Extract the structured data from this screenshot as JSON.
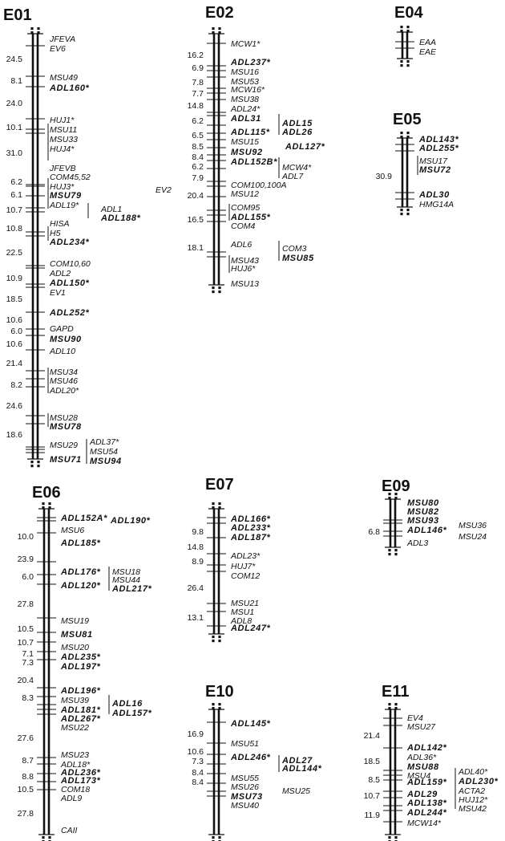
{
  "groups": [
    {
      "id": "E01",
      "title": "E01",
      "distances": [
        "24.5",
        "8.1",
        "24.0",
        "10.1",
        "31.0",
        "6.2",
        "6.1",
        "10.7",
        "10.8",
        "22.5",
        "10.9",
        "18.5",
        "10.6",
        "6.0",
        "10.6",
        "21.4",
        "8.2",
        "24.6",
        "18.6"
      ],
      "markers": [
        {
          "t": "JFEVA",
          "b": false
        },
        {
          "t": "EV6",
          "b": false
        },
        {
          "t": "MSU49",
          "b": false
        },
        {
          "t": "ADL160*",
          "b": true
        },
        {
          "t": "HUJ1*",
          "b": false
        },
        {
          "t": "MSU11",
          "b": false
        },
        {
          "t": "MSU33",
          "b": false
        },
        {
          "t": "HUJ4*",
          "b": false
        },
        {
          "t": "JFEVB",
          "b": false
        },
        {
          "t": "COM45,52",
          "b": false
        },
        {
          "t": "HUJ3*",
          "b": false
        },
        {
          "t": "EV2",
          "b": false
        },
        {
          "t": "MSU79",
          "b": true
        },
        {
          "t": "ADL19*",
          "b": false
        },
        {
          "t": "ADL1",
          "b": false
        },
        {
          "t": "ADL188*",
          "b": true
        },
        {
          "t": "HISA",
          "b": false
        },
        {
          "t": "H5",
          "b": false
        },
        {
          "t": "ADL234*",
          "b": true
        },
        {
          "t": "COM10,60",
          "b": false
        },
        {
          "t": "ADL2",
          "b": false
        },
        {
          "t": "ADL150*",
          "b": true
        },
        {
          "t": "EV1",
          "b": false
        },
        {
          "t": "ADL252*",
          "b": true
        },
        {
          "t": "GAPD",
          "b": false
        },
        {
          "t": "MSU90",
          "b": true
        },
        {
          "t": "ADL10",
          "b": false
        },
        {
          "t": "MSU34",
          "b": false
        },
        {
          "t": "MSU46",
          "b": false
        },
        {
          "t": "ADL20*",
          "b": false
        },
        {
          "t": "MSU28",
          "b": false
        },
        {
          "t": "MSU78",
          "b": true
        },
        {
          "t": "MSU29",
          "b": false
        },
        {
          "t": "ADL37*",
          "b": false
        },
        {
          "t": "MSU54",
          "b": false
        },
        {
          "t": "MSU71",
          "b": true
        },
        {
          "t": "MSU94",
          "b": true
        }
      ]
    },
    {
      "id": "E02",
      "title": "E02",
      "distances": [
        "16.2",
        "6.9",
        "7.8",
        "7.7",
        "14.8",
        "6.2",
        "6.5",
        "8.5",
        "8.4",
        "6.2",
        "7.9",
        "20.4",
        "16.5",
        "18.1"
      ],
      "markers": [
        {
          "t": "MCW1*",
          "b": false
        },
        {
          "t": "ADL237*",
          "b": true
        },
        {
          "t": "MSU16",
          "b": false
        },
        {
          "t": "MSU53",
          "b": false
        },
        {
          "t": "MCW16*",
          "b": false
        },
        {
          "t": "MSU38",
          "b": false
        },
        {
          "t": "ADL24*",
          "b": false
        },
        {
          "t": "ADL31",
          "b": true
        },
        {
          "t": "ADL15",
          "b": true
        },
        {
          "t": "ADL115*",
          "b": true
        },
        {
          "t": "ADL26",
          "b": true
        },
        {
          "t": "MSU15",
          "b": false
        },
        {
          "t": "ADL127*",
          "b": true
        },
        {
          "t": "MSU92",
          "b": true
        },
        {
          "t": "ADL152B*",
          "b": true
        },
        {
          "t": "MCW4*",
          "b": false
        },
        {
          "t": "ADL7",
          "b": false
        },
        {
          "t": "COM100,100A",
          "b": false
        },
        {
          "t": "MSU12",
          "b": false
        },
        {
          "t": "COM95",
          "b": false
        },
        {
          "t": "ADL155*",
          "b": true
        },
        {
          "t": "COM4",
          "b": false
        },
        {
          "t": "ADL6",
          "b": false
        },
        {
          "t": "COM3",
          "b": false
        },
        {
          "t": "MSU43",
          "b": false
        },
        {
          "t": "MSU85",
          "b": true
        },
        {
          "t": "HUJ6*",
          "b": false
        },
        {
          "t": "MSU13",
          "b": false
        }
      ]
    },
    {
      "id": "E04",
      "title": "E04",
      "distances": [],
      "markers": [
        {
          "t": "EAA",
          "b": false
        },
        {
          "t": "EAE",
          "b": false
        }
      ]
    },
    {
      "id": "E05",
      "title": "E05",
      "distances": [
        "30.9"
      ],
      "markers": [
        {
          "t": "ADL143*",
          "b": true
        },
        {
          "t": "ADL255*",
          "b": true
        },
        {
          "t": "MSU17",
          "b": false
        },
        {
          "t": "MSU72",
          "b": true
        },
        {
          "t": "ADL30",
          "b": true
        },
        {
          "t": "HMG14A",
          "b": false
        }
      ]
    },
    {
      "id": "E06",
      "title": "E06",
      "distances": [
        "10.0",
        "23.9",
        "6.0",
        "27.8",
        "10.5",
        "10.7",
        "7.1",
        "7.3",
        "20.4",
        "8.3",
        "27.6",
        "8.7",
        "8.8",
        "10.5",
        "27.8"
      ],
      "markers": [
        {
          "t": "ADL152A*",
          "b": true
        },
        {
          "t": "ADL190*",
          "b": true
        },
        {
          "t": "MSU6",
          "b": false
        },
        {
          "t": "ADL185*",
          "b": true
        },
        {
          "t": "ADL176*",
          "b": true
        },
        {
          "t": "MSU18",
          "b": false
        },
        {
          "t": "MSU44",
          "b": false
        },
        {
          "t": "ADL120*",
          "b": true
        },
        {
          "t": "ADL217*",
          "b": true
        },
        {
          "t": "MSU19",
          "b": false
        },
        {
          "t": "MSU81",
          "b": true
        },
        {
          "t": "MSU20",
          "b": false
        },
        {
          "t": "ADL235*",
          "b": true
        },
        {
          "t": "ADL197*",
          "b": true
        },
        {
          "t": "ADL196*",
          "b": true
        },
        {
          "t": "MSU39",
          "b": false
        },
        {
          "t": "ADL16",
          "b": true
        },
        {
          "t": "ADL181*",
          "b": true
        },
        {
          "t": "ADL157*",
          "b": true
        },
        {
          "t": "ADL267*",
          "b": true
        },
        {
          "t": "MSU22",
          "b": false
        },
        {
          "t": "MSU23",
          "b": false
        },
        {
          "t": "ADL18*",
          "b": false
        },
        {
          "t": "ADL236*",
          "b": true
        },
        {
          "t": "ADL173*",
          "b": true
        },
        {
          "t": "COM18",
          "b": false
        },
        {
          "t": "ADL9",
          "b": false
        },
        {
          "t": "CAII",
          "b": false
        }
      ]
    },
    {
      "id": "E07",
      "title": "E07",
      "distances": [
        "9.8",
        "14.8",
        "8.9",
        "26.4",
        "13.1"
      ],
      "markers": [
        {
          "t": "ADL166*",
          "b": true
        },
        {
          "t": "ADL233*",
          "b": true
        },
        {
          "t": "ADL187*",
          "b": true
        },
        {
          "t": "ADL23*",
          "b": false
        },
        {
          "t": "HUJ7*",
          "b": false
        },
        {
          "t": "COM12",
          "b": false
        },
        {
          "t": "MSU21",
          "b": false
        },
        {
          "t": "MSU1",
          "b": false
        },
        {
          "t": "ADL8",
          "b": false
        },
        {
          "t": "ADL247*",
          "b": true
        }
      ]
    },
    {
      "id": "E09",
      "title": "E09",
      "distances": [
        "6.8"
      ],
      "markers": [
        {
          "t": "MSU80",
          "b": true
        },
        {
          "t": "MSU82",
          "b": true
        },
        {
          "t": "MSU93",
          "b": true
        },
        {
          "t": "MSU36",
          "b": false
        },
        {
          "t": "ADL146*",
          "b": true
        },
        {
          "t": "MSU24",
          "b": false
        },
        {
          "t": "ADL3",
          "b": false
        }
      ]
    },
    {
      "id": "E10",
      "title": "E10",
      "distances": [
        "16.9",
        "10.6",
        "7.3",
        "8.4",
        "8.4"
      ],
      "markers": [
        {
          "t": "ADL145*",
          "b": true
        },
        {
          "t": "MSU51",
          "b": false
        },
        {
          "t": "ADL246*",
          "b": true
        },
        {
          "t": "ADL27",
          "b": true
        },
        {
          "t": "ADL144*",
          "b": true
        },
        {
          "t": "MSU55",
          "b": false
        },
        {
          "t": "MSU26",
          "b": false
        },
        {
          "t": "MSU25",
          "b": false
        },
        {
          "t": "MSU73",
          "b": true
        },
        {
          "t": "MSU40",
          "b": false
        }
      ]
    },
    {
      "id": "E11",
      "title": "E11",
      "distances": [
        "21.4",
        "18.5",
        "8.5",
        "10.7",
        "11.9"
      ],
      "markers": [
        {
          "t": "EV4",
          "b": false
        },
        {
          "t": "MSU27",
          "b": false
        },
        {
          "t": "ADL142*",
          "b": true
        },
        {
          "t": "ADL36*",
          "b": false
        },
        {
          "t": "MSU88",
          "b": true
        },
        {
          "t": "MSU4",
          "b": false
        },
        {
          "t": "ADL40*",
          "b": false
        },
        {
          "t": "ADL159*",
          "b": true
        },
        {
          "t": "ADL230*",
          "b": true
        },
        {
          "t": "ACTA2",
          "b": false
        },
        {
          "t": "ADL29",
          "b": true
        },
        {
          "t": "HUJ12*",
          "b": false
        },
        {
          "t": "ADL138*",
          "b": true
        },
        {
          "t": "MSU42",
          "b": false
        },
        {
          "t": "ADL244*",
          "b": true
        },
        {
          "t": "MCW14*",
          "b": false
        }
      ]
    }
  ]
}
